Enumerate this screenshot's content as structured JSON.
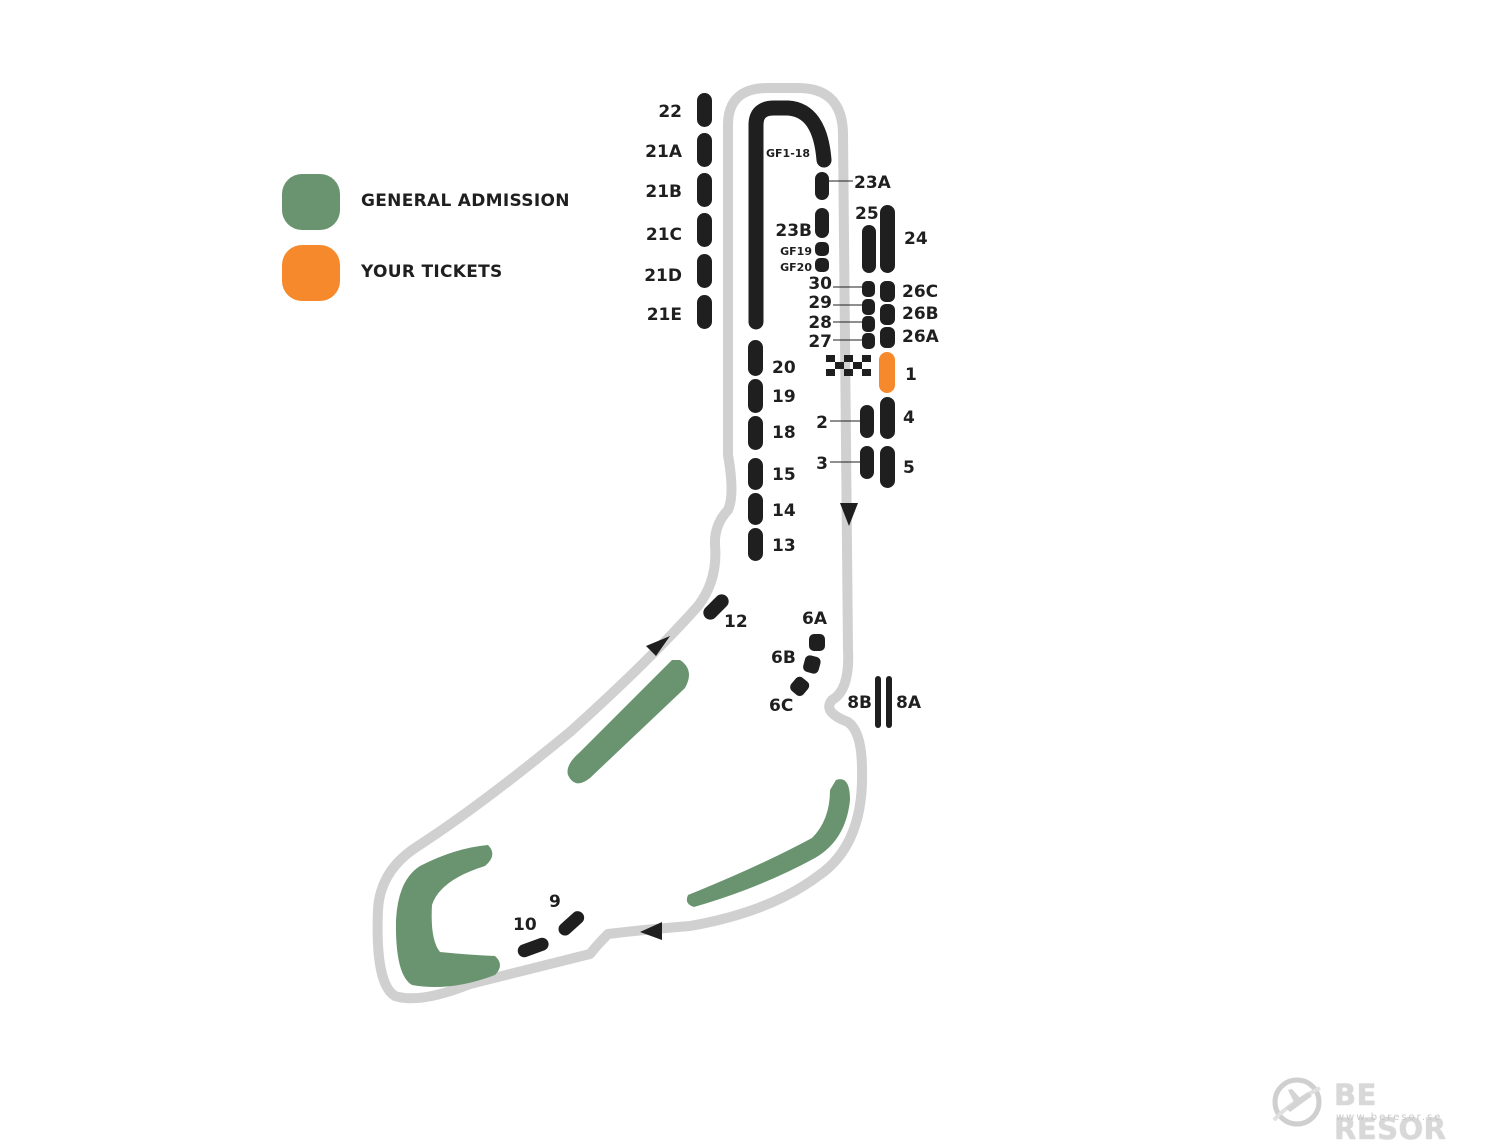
{
  "legend": {
    "general_admission": {
      "label": "GENERAL ADMISSION",
      "color": "#6a9470"
    },
    "your_tickets": {
      "label": "YOUR TICKETS",
      "color": "#f5892b"
    }
  },
  "colors": {
    "track": "#d0d0d0",
    "stand": "#1f1f1f",
    "general_admission": "#6a9470",
    "your_tickets": "#f5892b"
  },
  "stands": {
    "s22": "22",
    "s21A": "21A",
    "s21B": "21B",
    "s21C": "21C",
    "s21D": "21D",
    "s21E": "21E",
    "sGF118": "GF1-18",
    "s23A": "23A",
    "s23B": "23B",
    "sGF19": "GF19",
    "sGF20": "GF20",
    "s25": "25",
    "s24": "24",
    "s30": "30",
    "s29": "29",
    "s28": "28",
    "s27": "27",
    "s26C": "26C",
    "s26B": "26B",
    "s26A": "26A",
    "s1": "1",
    "s2": "2",
    "s3": "3",
    "s4": "4",
    "s5": "5",
    "s20": "20",
    "s19": "19",
    "s18": "18",
    "s15": "15",
    "s14": "14",
    "s13": "13",
    "s12": "12",
    "s6A": "6A",
    "s6B": "6B",
    "s6C": "6C",
    "s8B": "8B",
    "s8A": "8A",
    "s9": "9",
    "s10": "10"
  },
  "brand": {
    "name": "BE RESOR",
    "url": "www.beresor.se",
    "icon": "globe-plane-icon"
  }
}
